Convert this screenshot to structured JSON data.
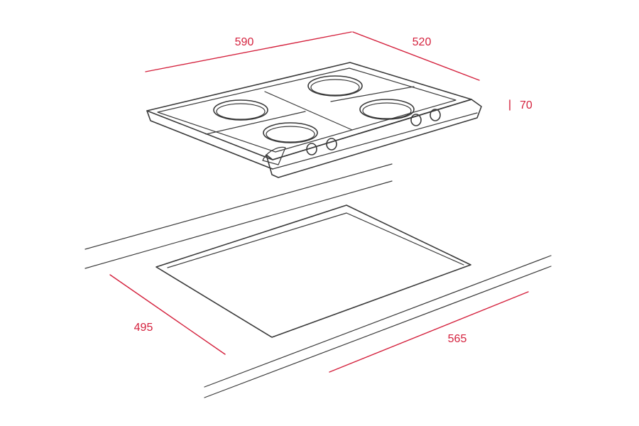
{
  "colors": {
    "dimension": "#d4213d",
    "outline": "#3a3a3a",
    "background": "#ffffff"
  },
  "dimensions": {
    "hob_width": "590",
    "hob_depth": "520",
    "hob_height": "70",
    "cutout_depth": "495",
    "cutout_width": "565"
  }
}
